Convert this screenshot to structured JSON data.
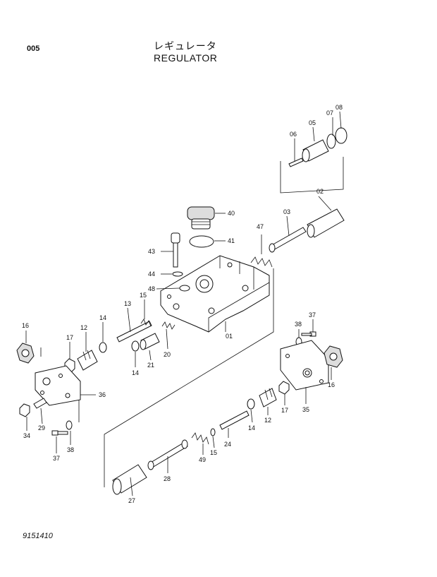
{
  "header": {
    "code": "005",
    "title_jp": "レギュレータ",
    "title_en": "REGULATOR"
  },
  "footer": {
    "drawing_number": "9151410"
  },
  "parts": {
    "p01": "01",
    "p02": "02",
    "p03": "03",
    "p05": "05",
    "p06": "06",
    "p07": "07",
    "p08": "08",
    "p12a": "12",
    "p12b": "12",
    "p13": "13",
    "p14a": "14",
    "p14b": "14",
    "p14c": "14",
    "p15a": "15",
    "p15b": "15",
    "p16a": "16",
    "p16b": "16",
    "p17a": "17",
    "p17b": "17",
    "p20": "20",
    "p21": "21",
    "p24": "24",
    "p27": "27",
    "p28": "28",
    "p29": "29",
    "p34": "34",
    "p35": "35",
    "p36": "36",
    "p37a": "37",
    "p37b": "37",
    "p38a": "38",
    "p38b": "38",
    "p40": "40",
    "p41": "41",
    "p43": "43",
    "p44": "44",
    "p47": "47",
    "p48": "48",
    "p49": "49"
  }
}
